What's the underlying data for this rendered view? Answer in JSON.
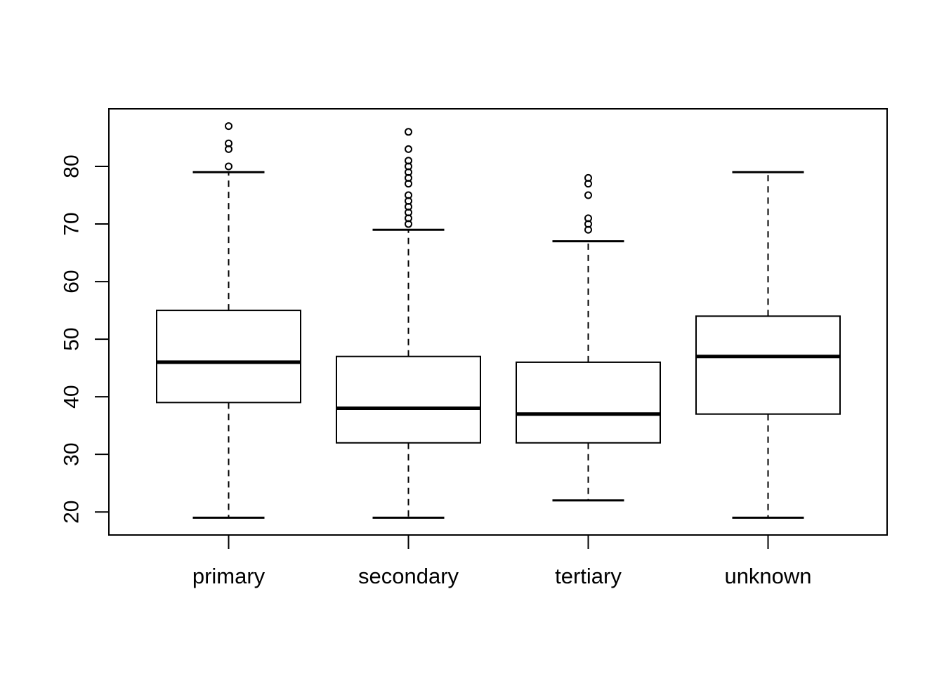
{
  "chart_data": {
    "type": "boxplot",
    "title": "",
    "xlabel": "",
    "ylabel": "",
    "categories": [
      "primary",
      "secondary",
      "tertiary",
      "unknown"
    ],
    "y_axis": {
      "ticks": [
        20,
        30,
        40,
        50,
        60,
        70,
        80
      ],
      "range": [
        16,
        90
      ],
      "grid": false
    },
    "boxes": [
      {
        "category": "primary",
        "whisker_low": 19,
        "q1": 39,
        "median": 46,
        "q3": 55,
        "whisker_high": 79,
        "outliers": [
          80,
          83,
          84,
          87
        ]
      },
      {
        "category": "secondary",
        "whisker_low": 19,
        "q1": 32,
        "median": 38,
        "q3": 47,
        "whisker_high": 69,
        "outliers": [
          70,
          71,
          72,
          73,
          74,
          75,
          77,
          78,
          79,
          80,
          81,
          83,
          86
        ]
      },
      {
        "category": "tertiary",
        "whisker_low": 22,
        "q1": 32,
        "median": 37,
        "q3": 46,
        "whisker_high": 67,
        "outliers": [
          69,
          70,
          71,
          75,
          77,
          78
        ]
      },
      {
        "category": "unknown",
        "whisker_low": 19,
        "q1": 37,
        "median": 47,
        "q3": 54,
        "whisker_high": 79,
        "outliers": []
      }
    ],
    "colors": {
      "stroke": "#000000",
      "fill": "#ffffff",
      "background": "#ffffff"
    },
    "legend": null
  }
}
